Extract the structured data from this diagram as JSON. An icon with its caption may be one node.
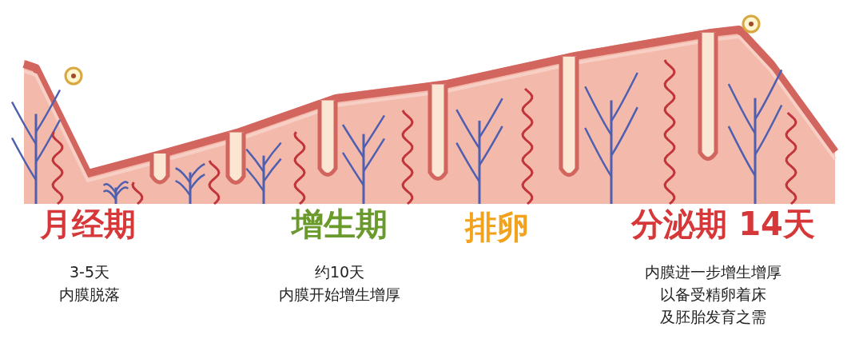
{
  "diagram": {
    "labels": [
      "月经期",
      "增生期",
      "排卵",
      "分泌期 14天",
      "3-5天",
      "约10天",
      "内膜进一步增生增厚",
      "内膜脱落",
      "内膜开始增生增厚",
      "以备受精卵着床",
      "及胚胎发育之需"
    ]
  }
}
